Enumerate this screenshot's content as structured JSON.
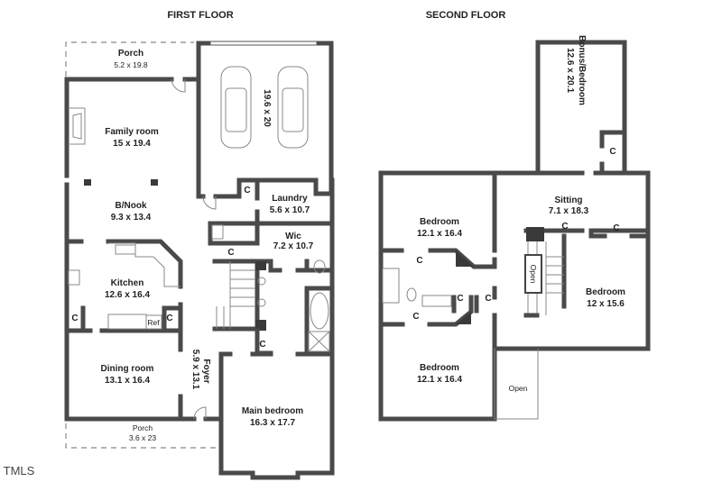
{
  "first_floor": {
    "title": "FIRST FLOOR",
    "rooms": {
      "porch_top": {
        "name": "Porch",
        "size": "5.2 x 19.8"
      },
      "garage": {
        "size": "19.6 x 20"
      },
      "family": {
        "name": "Family room",
        "size": "15 x 19.4"
      },
      "nook": {
        "name": "B/Nook",
        "size": "9.3 x 13.4"
      },
      "laundry": {
        "name": "Laundry",
        "size": "5.6 x 10.7"
      },
      "wic": {
        "name": "Wic",
        "size": "7.2 x 10.7"
      },
      "kitchen": {
        "name": "Kitchen",
        "size": "12.6 x 16.4"
      },
      "dining": {
        "name": "Dining room",
        "size": "13.1 x 16.4"
      },
      "foyer": {
        "name": "Foyer",
        "size": "5.9 x 13.1"
      },
      "main_bedroom": {
        "name": "Main bedroom",
        "size": "16.3 x 17.7"
      },
      "porch_bottom": {
        "name": "Porch",
        "size": "3.6 x 23"
      }
    },
    "closet_label": "C",
    "ref_label": "Ref"
  },
  "second_floor": {
    "title": "SECOND FLOOR",
    "rooms": {
      "bonus": {
        "name": "Bonus/Bedroom",
        "size": "12.6 x 20.1"
      },
      "sitting": {
        "name": "Sitting",
        "size": "7.1 x 18.3"
      },
      "bedroom_top_left": {
        "name": "Bedroom",
        "size": "12.1 x 16.4"
      },
      "bedroom_right": {
        "name": "Bedroom",
        "size": "12 x 15.6"
      },
      "bedroom_bottom_left": {
        "name": "Bedroom",
        "size": "12.1 x 16.4"
      }
    },
    "open_stair": "Open",
    "open_area": "Open",
    "closet_label": "C"
  },
  "watermark": "TMLS"
}
